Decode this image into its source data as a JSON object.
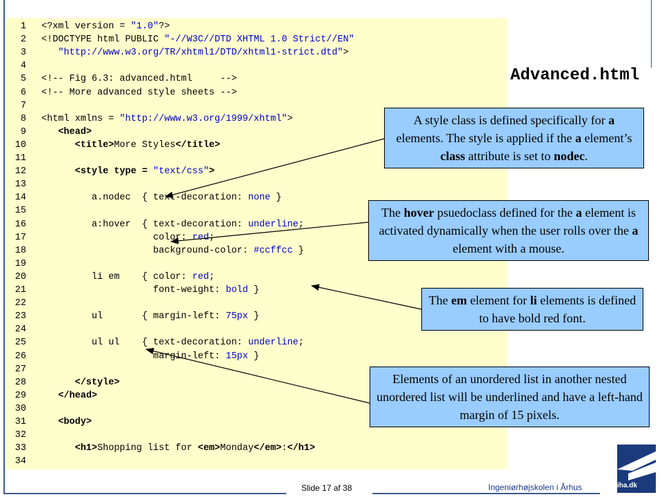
{
  "slide": {
    "title": "Advanced.html",
    "footer_slide": "Slide 17 af  38",
    "footer_org": "Ingeniørhøjskolen i Århus",
    "logo_text": "iha.dk"
  },
  "code_lines": [
    {
      "n": "1",
      "parts": [
        [
          "t",
          "<?xml version = "
        ],
        [
          "s",
          "\"1.0\""
        ],
        [
          "t",
          "?>"
        ]
      ]
    },
    {
      "n": "2",
      "parts": [
        [
          "t",
          "<!DOCTYPE html PUBLIC "
        ],
        [
          "s",
          "\"-//W3C//DTD XHTML 1.0 Strict//EN\""
        ]
      ]
    },
    {
      "n": "3",
      "parts": [
        [
          "t",
          "   "
        ],
        [
          "s",
          "\"http://www.w3.org/TR/xhtml1/DTD/xhtml1-strict.dtd\""
        ],
        [
          "t",
          ">"
        ]
      ]
    },
    {
      "n": "4",
      "parts": []
    },
    {
      "n": "5",
      "parts": [
        [
          "t",
          "<!-- Fig 6.3: advanced.html     -->"
        ]
      ]
    },
    {
      "n": "6",
      "parts": [
        [
          "t",
          "<!-- More advanced style sheets -->"
        ]
      ]
    },
    {
      "n": "7",
      "parts": []
    },
    {
      "n": "8",
      "parts": [
        [
          "t",
          "<html xmlns = "
        ],
        [
          "s",
          "\"http://www.w3.org/1999/xhtml\""
        ],
        [
          "t",
          ">"
        ]
      ]
    },
    {
      "n": "9",
      "parts": [
        [
          "t",
          "   "
        ],
        [
          "b",
          "<head>"
        ]
      ]
    },
    {
      "n": "10",
      "parts": [
        [
          "t",
          "      "
        ],
        [
          "b",
          "<title>"
        ],
        [
          "t",
          "More Styles"
        ],
        [
          "b",
          "</title>"
        ]
      ]
    },
    {
      "n": "11",
      "parts": []
    },
    {
      "n": "12",
      "parts": [
        [
          "t",
          "      "
        ],
        [
          "b",
          "<style type = "
        ],
        [
          "s",
          "\"text/css\""
        ],
        [
          "b",
          ">"
        ]
      ]
    },
    {
      "n": "13",
      "parts": []
    },
    {
      "n": "14",
      "parts": [
        [
          "t",
          "         a.nodec  { text-decoration: "
        ],
        [
          "s",
          "none"
        ],
        [
          "t",
          " }"
        ]
      ]
    },
    {
      "n": "15",
      "parts": []
    },
    {
      "n": "16",
      "parts": [
        [
          "t",
          "         a:hover  { text-decoration: "
        ],
        [
          "s",
          "underline"
        ],
        [
          "t",
          ";"
        ]
      ]
    },
    {
      "n": "17",
      "parts": [
        [
          "t",
          "                    color: "
        ],
        [
          "s",
          "red"
        ],
        [
          "t",
          ";"
        ]
      ]
    },
    {
      "n": "18",
      "parts": [
        [
          "t",
          "                    background-color: "
        ],
        [
          "s",
          "#ccffcc"
        ],
        [
          "t",
          " }"
        ]
      ]
    },
    {
      "n": "19",
      "parts": []
    },
    {
      "n": "20",
      "parts": [
        [
          "t",
          "         li em    { color: "
        ],
        [
          "s",
          "red"
        ],
        [
          "t",
          ";"
        ]
      ]
    },
    {
      "n": "21",
      "parts": [
        [
          "t",
          "                    font-weight: "
        ],
        [
          "s",
          "bold"
        ],
        [
          "t",
          " }"
        ]
      ]
    },
    {
      "n": "22",
      "parts": []
    },
    {
      "n": "23",
      "parts": [
        [
          "t",
          "         ul       { margin-left: "
        ],
        [
          "s",
          "75px"
        ],
        [
          "t",
          " }"
        ]
      ]
    },
    {
      "n": "24",
      "parts": []
    },
    {
      "n": "25",
      "parts": [
        [
          "t",
          "         ul ul    { text-decoration: "
        ],
        [
          "s",
          "underline"
        ],
        [
          "t",
          ";"
        ]
      ]
    },
    {
      "n": "26",
      "parts": [
        [
          "t",
          "                    margin-left: "
        ],
        [
          "s",
          "15px"
        ],
        [
          "t",
          " }"
        ]
      ]
    },
    {
      "n": "27",
      "parts": []
    },
    {
      "n": "28",
      "parts": [
        [
          "t",
          "      "
        ],
        [
          "b",
          "</style>"
        ]
      ]
    },
    {
      "n": "29",
      "parts": [
        [
          "t",
          "   "
        ],
        [
          "b",
          "</head>"
        ]
      ]
    },
    {
      "n": "30",
      "parts": []
    },
    {
      "n": "31",
      "parts": [
        [
          "t",
          "   "
        ],
        [
          "b",
          "<body>"
        ]
      ]
    },
    {
      "n": "32",
      "parts": []
    },
    {
      "n": "33",
      "parts": [
        [
          "t",
          "      "
        ],
        [
          "b",
          "<h1>"
        ],
        [
          "t",
          "Shopping list for "
        ],
        [
          "b",
          "<em>"
        ],
        [
          "t",
          "Monday"
        ],
        [
          "b",
          "</em>"
        ],
        [
          "t",
          ":"
        ],
        [
          "b",
          "</h1>"
        ]
      ]
    },
    {
      "n": "34",
      "parts": []
    }
  ],
  "callouts": [
    {
      "parts": [
        [
          "t",
          "A style class is defined specifically for "
        ],
        [
          "b",
          "a"
        ],
        [
          "t",
          " elements. The style is applied if the "
        ],
        [
          "b",
          "a"
        ],
        [
          "t",
          " element’s "
        ],
        [
          "b",
          "class"
        ],
        [
          "t",
          " attribute is set to "
        ],
        [
          "b",
          "nodec"
        ],
        [
          "t",
          "."
        ]
      ]
    },
    {
      "parts": [
        [
          "t",
          "The "
        ],
        [
          "b",
          "hover"
        ],
        [
          "t",
          " psuedoclass defined for the "
        ],
        [
          "b",
          "a"
        ],
        [
          "t",
          " element is activated dynamically when the user rolls over the "
        ],
        [
          "b",
          "a"
        ],
        [
          "t",
          " element with a mouse."
        ]
      ]
    },
    {
      "parts": [
        [
          "t",
          "The "
        ],
        [
          "b",
          "em"
        ],
        [
          "t",
          " element for "
        ],
        [
          "b",
          "li"
        ],
        [
          "t",
          " elements is defined to have bold red font."
        ]
      ]
    },
    {
      "parts": [
        [
          "t",
          "Elements of an unordered list in another nested unordered list will be underlined and have a left-hand margin of 15 pixels."
        ]
      ]
    }
  ]
}
